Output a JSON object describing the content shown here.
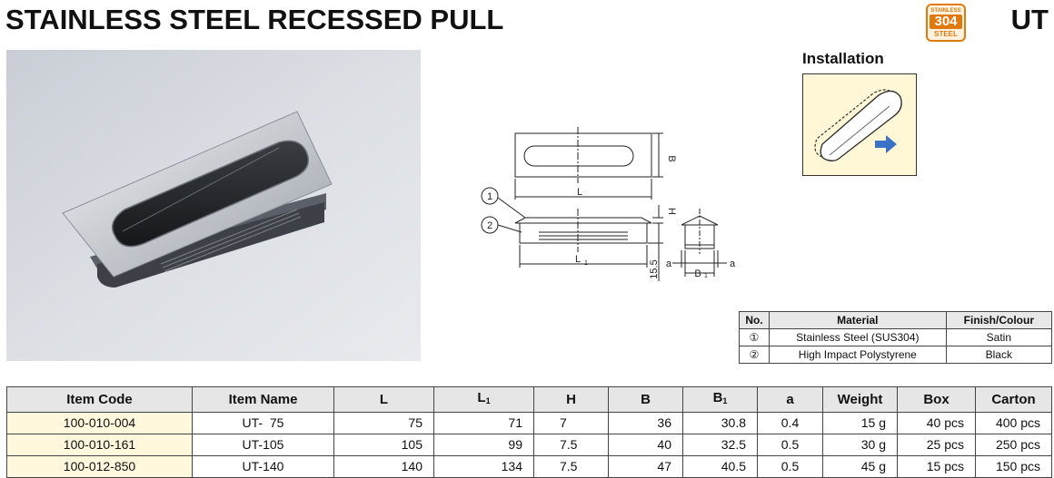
{
  "header": {
    "title": "STAINLESS STEEL RECESSED PULL",
    "series_code": "UT",
    "badge": {
      "top": "STAINLESS",
      "mid": "304",
      "bot": "STEEL",
      "color": "#e07a10"
    }
  },
  "installation": {
    "label": "Installation"
  },
  "drawing": {
    "callouts": [
      "1",
      "2"
    ],
    "dims": {
      "L": "L",
      "B": "B",
      "H": "H",
      "L1": "L",
      "B1": "B",
      "a": "a",
      "h155": "15.5",
      "sub1": "1"
    }
  },
  "material_table": {
    "headers": [
      "No.",
      "Material",
      "Finish/Colour"
    ],
    "rows": [
      {
        "no": "①",
        "material": "Stainless Steel (SUS304)",
        "finish": "Satin"
      },
      {
        "no": "②",
        "material": "High Impact Polystyrene",
        "finish": "Black"
      }
    ]
  },
  "item_table": {
    "headers": [
      "Item Code",
      "Item Name",
      "L",
      "L",
      "H",
      "B",
      "B",
      "a",
      "Weight",
      "Box",
      "Carton"
    ],
    "sub1": "1",
    "rows": [
      {
        "code": "100-010-004",
        "name": "UT-  75",
        "L": "75",
        "L1": "71",
        "H": "7",
        "B": "36",
        "B1": "30.8",
        "a": "0.4",
        "weight": "15 g",
        "box": "40 pcs",
        "carton": "400 pcs"
      },
      {
        "code": "100-010-161",
        "name": "UT-105",
        "L": "105",
        "L1": "99",
        "H": "7.5",
        "B": "40",
        "B1": "32.5",
        "a": "0.5",
        "weight": "30 g",
        "box": "25 pcs",
        "carton": "250 pcs"
      },
      {
        "code": "100-012-850",
        "name": "UT-140",
        "L": "140",
        "L1": "134",
        "H": "7.5",
        "B": "47",
        "B1": "40.5",
        "a": "0.5",
        "weight": "45 g",
        "box": "15 pcs",
        "carton": "150 pcs"
      }
    ]
  }
}
